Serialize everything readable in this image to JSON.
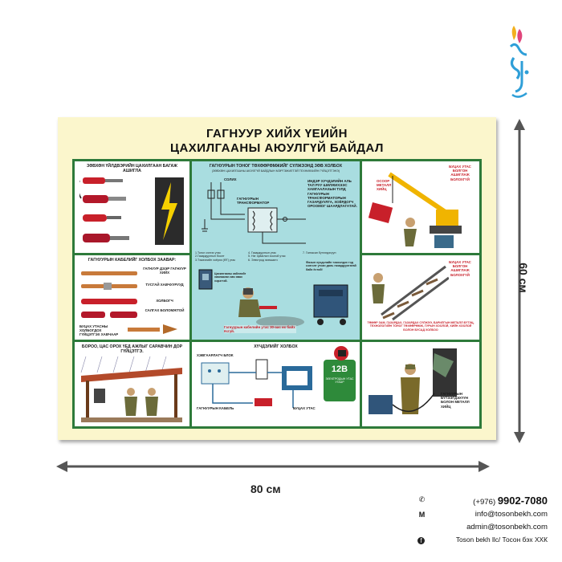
{
  "poster": {
    "title_line1": "ГАГНУУР ХИЙХ ҮЕИЙН",
    "title_line2": "ЦАХИЛГААНЫ АЮУЛГҮЙ БАЙДАЛ",
    "panels": {
      "tools": {
        "title": "ЗӨВХӨН ҮЙЛДВЭРИЙН ЦАХИЛГААН БАГАЖ АШИГЛА"
      },
      "connection": {
        "title": "ГАГНУУРЫН ТОНОГ ТӨХӨӨРӨМЖИЙГ СҮЛЖЭЭНД ЗӨВ ХОЛБОХ",
        "subtitle": "(ЗӨВХӨН ЦАХИЛГААНЫ АЮУЛГҮЙ БАЙДЛЫН МЭРГЭЖИЛТЭЙ ТЕХНИКЧИЙН ГҮЙЦЭТГЭНЭ)",
        "solikh": "СОЛИХ",
        "transformer": "ГАГНУУРЫН ТРАНСФОРМАТОР",
        "note_right": "ИНДЭР ХУЧДЭЛИЙН АЛЬ ТАЛ РУУ ШИЛЖИХЭЭС ХАМГААЛАХЫН ТУЛД ГАГНУУРЫН ТРАНСФОРМАТОРЫН ГАЗАРДУУЛГА, ХОЁРДОГЧ ОРООМОГ ШААРДЛАГАТАЙ.",
        "list_left": [
          "1.Тоног сэлгэх утас",
          "2.Газардуулгын боолт",
          "3.Тэжээлийн хоёрхи (ӨТ) утас"
        ],
        "list_mid": [
          "4. Газардуулгын утас",
          "5. Нэг суваглал хоолой утас",
          "6. Электрод эзэмшигч"
        ],
        "list_right": [
          "7. Гагнасан бүтээгдэхүүн"
        ],
        "cable_note": "Цахилгааны кабелийг хамгаалан авч явах хэрэгтэй.",
        "cable_warning": "Гагнуурын кабелийн утас 30-аас их байх ёсгүй.",
        "ground_note": "Фазын хучдэлийн тэжээлдэх тэд сэлгэлт утсан даль газардуулгатай байх ёстой!"
      },
      "crane": {
        "title": "ОСОЛТ ХИЙХЭЭС ӨМНӨХ ЗАХИАЛГЫГ",
        "red_note": "БУЦАХ УТАС БОЛГОН АШИГЛАЖ БОЛОХГҮЙ",
        "label": "ОСООР МЕТАЛЛ ХИЙЦ"
      },
      "cables": {
        "title": "ГАГНУУРЫН КАБЕЛИЙГ ХОЛБОХ ЗААВАР:",
        "items": [
          "ГАГНУУР ДЭЭР ГАГНУУР ХИЙХ",
          "ТУСГАЙ ХАВЧУУРУУД",
          "ХОЛБОГЧ",
          "САЛГАХ БОЛОМЖТОЙ"
        ],
        "bottom": "БУЦАХ УТАСНЫ ХОЛБОГДОХ ГҮЙЦЭТГЭХ ХАВЧААР"
      },
      "rail": {
        "red_note": "БУЦАХ УТАС БОЛГОН АШИГЛАЖ БОЛОХГҮЙ",
        "bottom_note": "ТӨМӨР ЗАМ, ГАЗАРДАХ, ГАЗАРДАХ СҮЛЖЭЭ, БАРИЛГЫН МЕТАЛЛ БҮТЭЦ, ТЕХНОЛОГИЙН ТОНОГ ТӨХӨӨРӨМЖ, ГУРЫН ХООЛОЙ, ХИЙН ХООЛОЙ БОЛОН БУСАД ХОЛБОО"
      },
      "rain": {
        "title": "БОРОО, ЦАС ОРОХ ҮЕД АЖЛЫГ САРАВЧИН ДОР ГҮЙЦЭТГЭ."
      },
      "voltage": {
        "title": "ХҮЧДЭЛИЙГ ХОЛБОХ",
        "block": "ХЭВГААРЛАГЧ БЛОК",
        "cable": "ГАГНУУРЫН КАБЕЛЬ",
        "return": "БУЦАХ УТАС",
        "v12": "12В",
        "v12_note": "ЭЛЕКТРОДЫН УТАС УГААР"
      },
      "worker": {
        "note": "ГАГНУУРЫН БҮТЭЭГДЭХҮҮН БОЛОН МЕТАЛЛ ХИЙЦ"
      }
    }
  },
  "dimensions": {
    "width": "80 см",
    "height": "60 см"
  },
  "contact": {
    "phone_prefix": "(+976)",
    "phone": "9902-7080",
    "email1": "info@tosonbekh.com",
    "email2": "admin@tosonbekh.com",
    "facebook": "Toson bekh llc/ Тосон бэх ХХК"
  },
  "colors": {
    "frame": "#2e7a3a",
    "poster_bg": "#fbf6cc",
    "panel_blue": "#a9dde0",
    "accent_red": "#c8202a"
  }
}
